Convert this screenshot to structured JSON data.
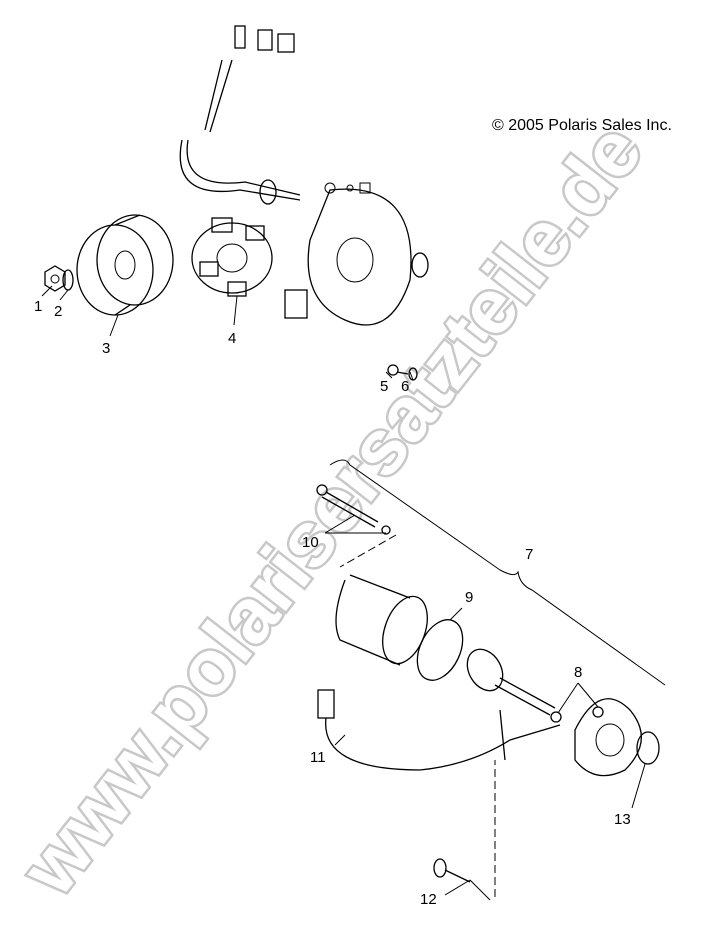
{
  "copyright": "© 2005 Polaris Sales Inc.",
  "watermark": "www.polarisersatzteile.de",
  "callouts": [
    "1",
    "2",
    "3",
    "4",
    "5",
    "6",
    "7",
    "8",
    "9",
    "10",
    "11",
    "12",
    "13"
  ]
}
